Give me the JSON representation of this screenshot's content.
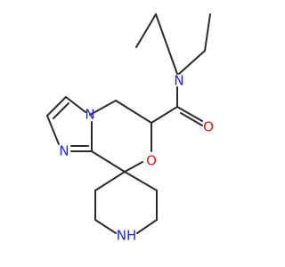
{
  "colors": {
    "background": "#ffffff",
    "carbon_bond": "#2b2b2b",
    "nitrogen": "#2323d8",
    "oxygen": "#e31a1a"
  },
  "atoms": {
    "amide_n": "N",
    "carbonyl_o": "O",
    "ring_o": "O",
    "bridgehead_n": "N",
    "imine_n": "N",
    "piperidine_nh": "NH"
  }
}
